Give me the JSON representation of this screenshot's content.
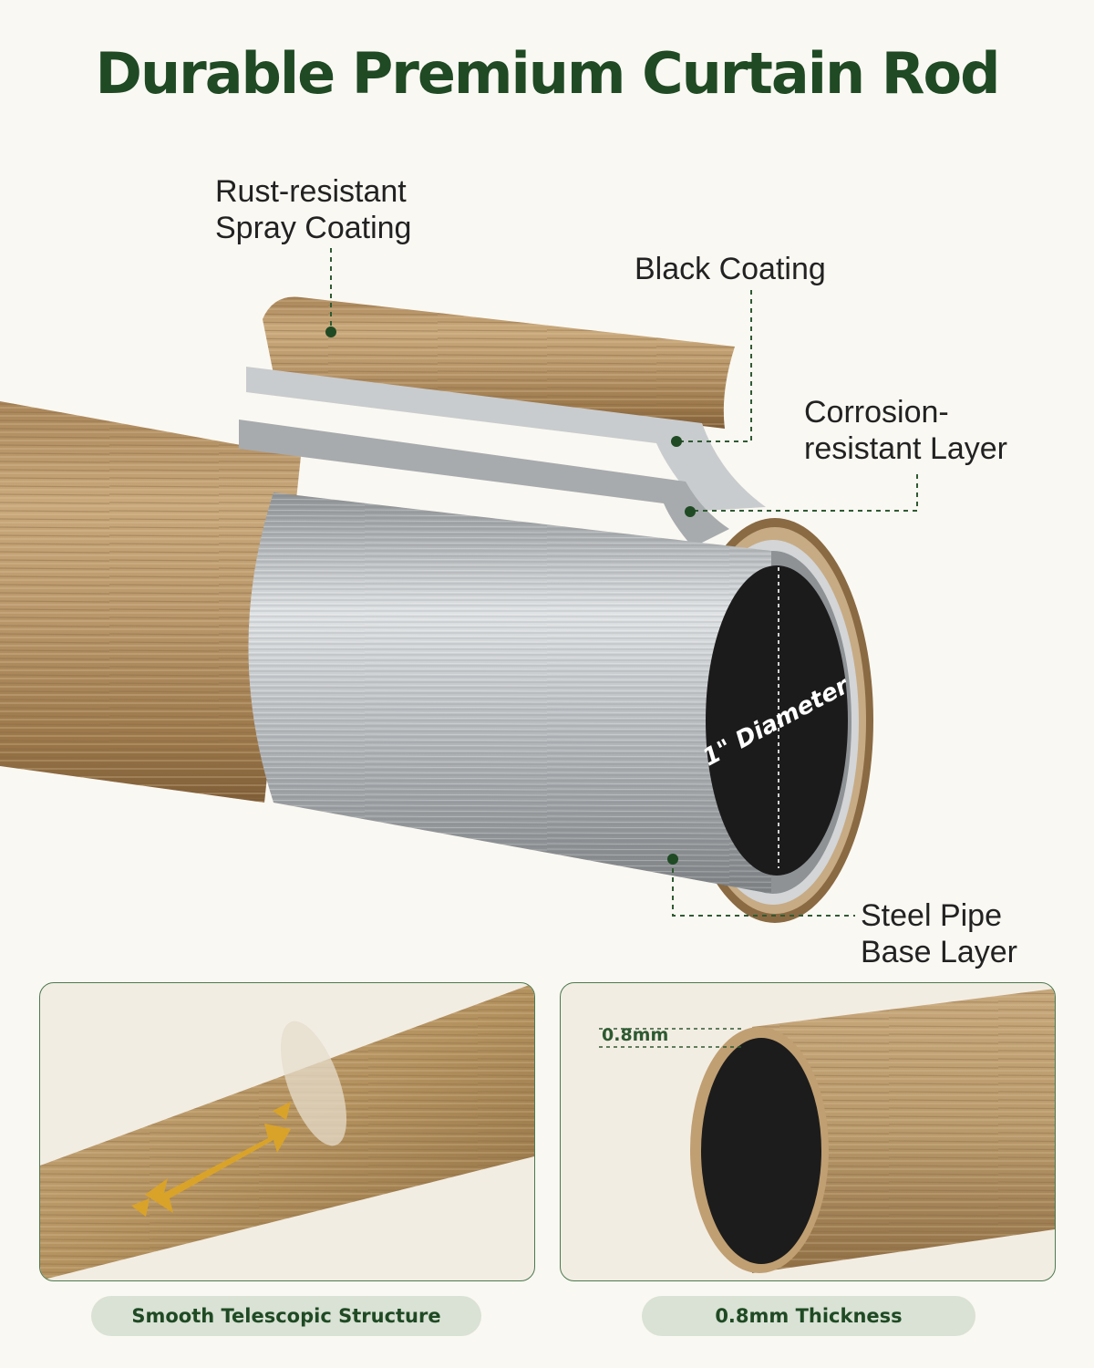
{
  "title": "Durable Premium Curtain Rod",
  "callouts": {
    "rust": [
      "Rust-resistant",
      "Spray Coating"
    ],
    "black": [
      "Black Coating"
    ],
    "corrosion": [
      "Corrosion-",
      "resistant Layer"
    ],
    "steel": [
      "Steel Pipe",
      "Base Layer"
    ]
  },
  "diameter_label": "1\" Diameter",
  "panels": {
    "left_caption": "Smooth Telescopic Structure",
    "right_caption": "0.8mm Thickness",
    "thickness_label": "0.8mm"
  },
  "colors": {
    "title_green": "#1f4a24",
    "wood": "#b8976b",
    "steel": "#bfc3c6",
    "pill_bg": "#d9e2d4"
  }
}
